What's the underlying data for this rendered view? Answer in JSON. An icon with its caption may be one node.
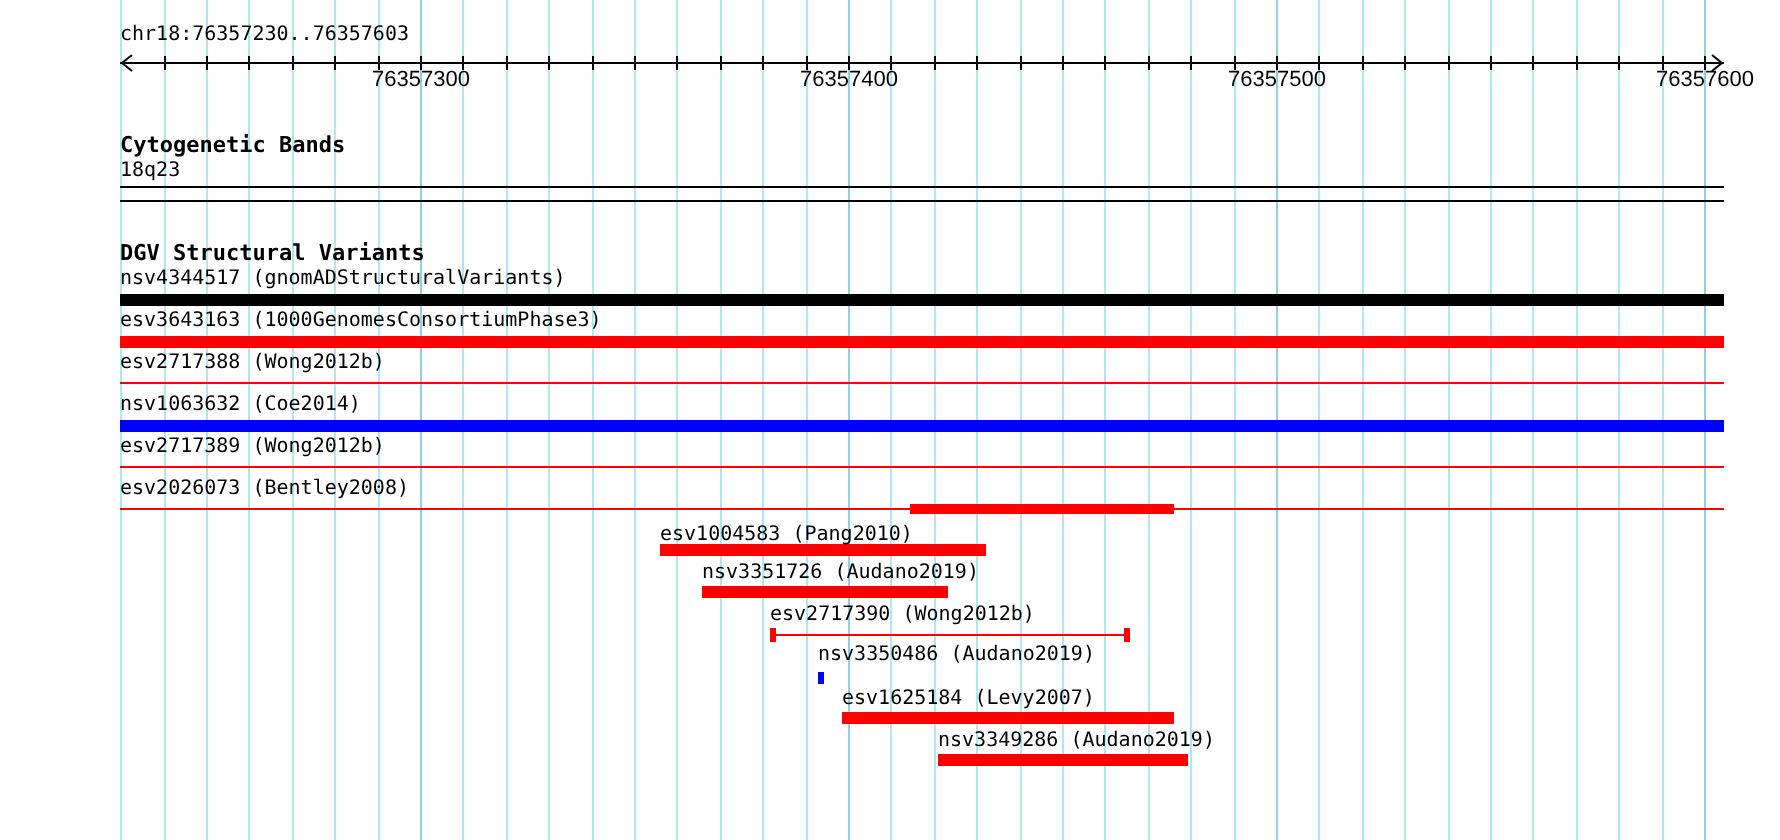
{
  "diagram": {
    "labels": [
      "chr18:76357230..76357603",
      "76357300",
      "76357400",
      "76357500",
      "76357600",
      "Cytogenetic Bands",
      "18q23",
      "DGV Structural Variants",
      "nsv4344517 (gnomADStructuralVariants)",
      "esv3643163 (1000GenomesConsortiumPhase3)",
      "esv2717388 (Wong2012b)",
      "nsv1063632 (Coe2014)",
      "esv2717389 (Wong2012b)",
      "esv2026073 (Bentley2008)",
      "esv1004583 (Pang2010)",
      "nsv3351726 (Audano2019)",
      "esv2717390 (Wong2012b)",
      "nsv3350486 (Audano2019)",
      "esv1625184 (Levy2007)",
      "nsv3349286 (Audano2019)"
    ]
  }
}
